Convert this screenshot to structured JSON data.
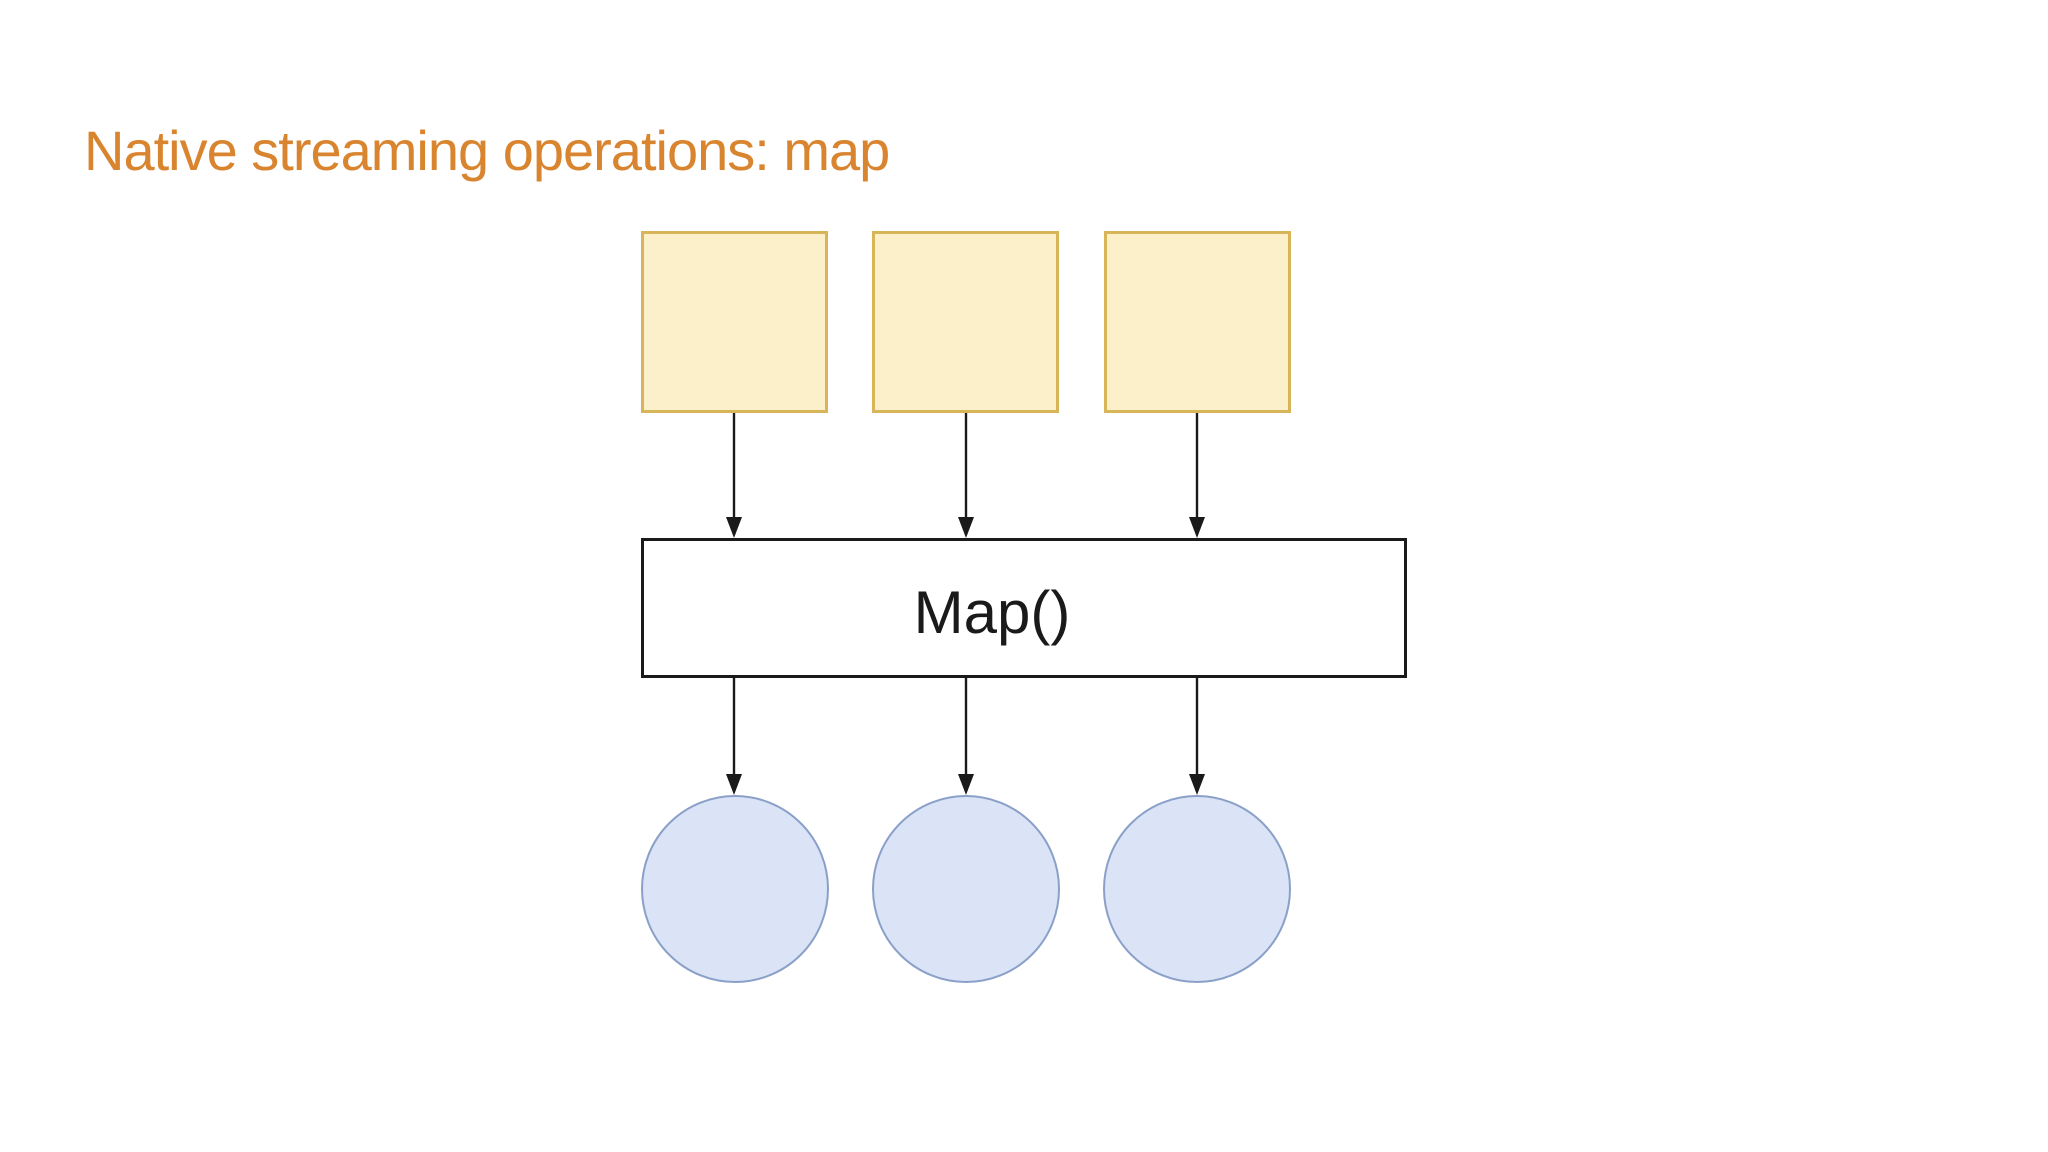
{
  "slide": {
    "title": "Native streaming operations: map",
    "background": "#FFFFFF"
  },
  "colors": {
    "title_text": "#D9842E",
    "input_fill": "#FCF0CB",
    "input_border": "#D8B559",
    "operator_fill": "#FFFFFF",
    "operator_border": "#1A1A1A",
    "operator_text": "#1A1A1A",
    "output_fill": "#DBE4F6",
    "output_border": "#8AA0C8",
    "arrow": "#1A1A1A"
  },
  "diagram": {
    "type": "dataflow",
    "operator": {
      "label": "Map()"
    },
    "inputs": [
      {
        "name": "input-1",
        "shape": "square",
        "label": ""
      },
      {
        "name": "input-2",
        "shape": "square",
        "label": ""
      },
      {
        "name": "input-3",
        "shape": "square",
        "label": ""
      }
    ],
    "outputs": [
      {
        "name": "output-1",
        "shape": "circle",
        "label": ""
      },
      {
        "name": "output-2",
        "shape": "circle",
        "label": ""
      },
      {
        "name": "output-3",
        "shape": "circle",
        "label": ""
      }
    ],
    "flow": "inputs -> Map() -> outputs"
  }
}
